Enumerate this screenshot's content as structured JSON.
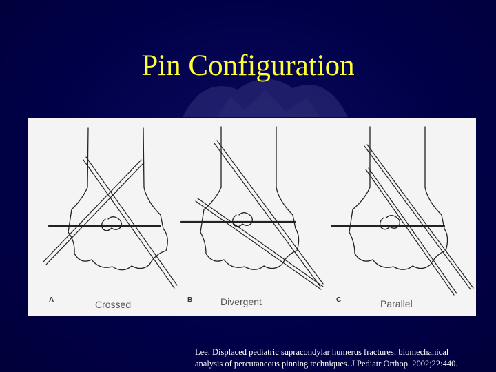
{
  "slide": {
    "title": "Pin Configuration",
    "background_color": "#000044",
    "title_color": "#ffff33"
  },
  "figure": {
    "panels": [
      {
        "letter": "A",
        "label": "Crossed"
      },
      {
        "letter": "B",
        "label": "Divergent"
      },
      {
        "letter": "C",
        "label": "Parallel"
      }
    ]
  },
  "citation": {
    "line1": "Lee. Displaced pediatric supracondylar humerus fractures: biomechanical",
    "line2": "analysis of percutaneous pinning techniques. J Pediatr Orthop. 2002;22:440."
  }
}
